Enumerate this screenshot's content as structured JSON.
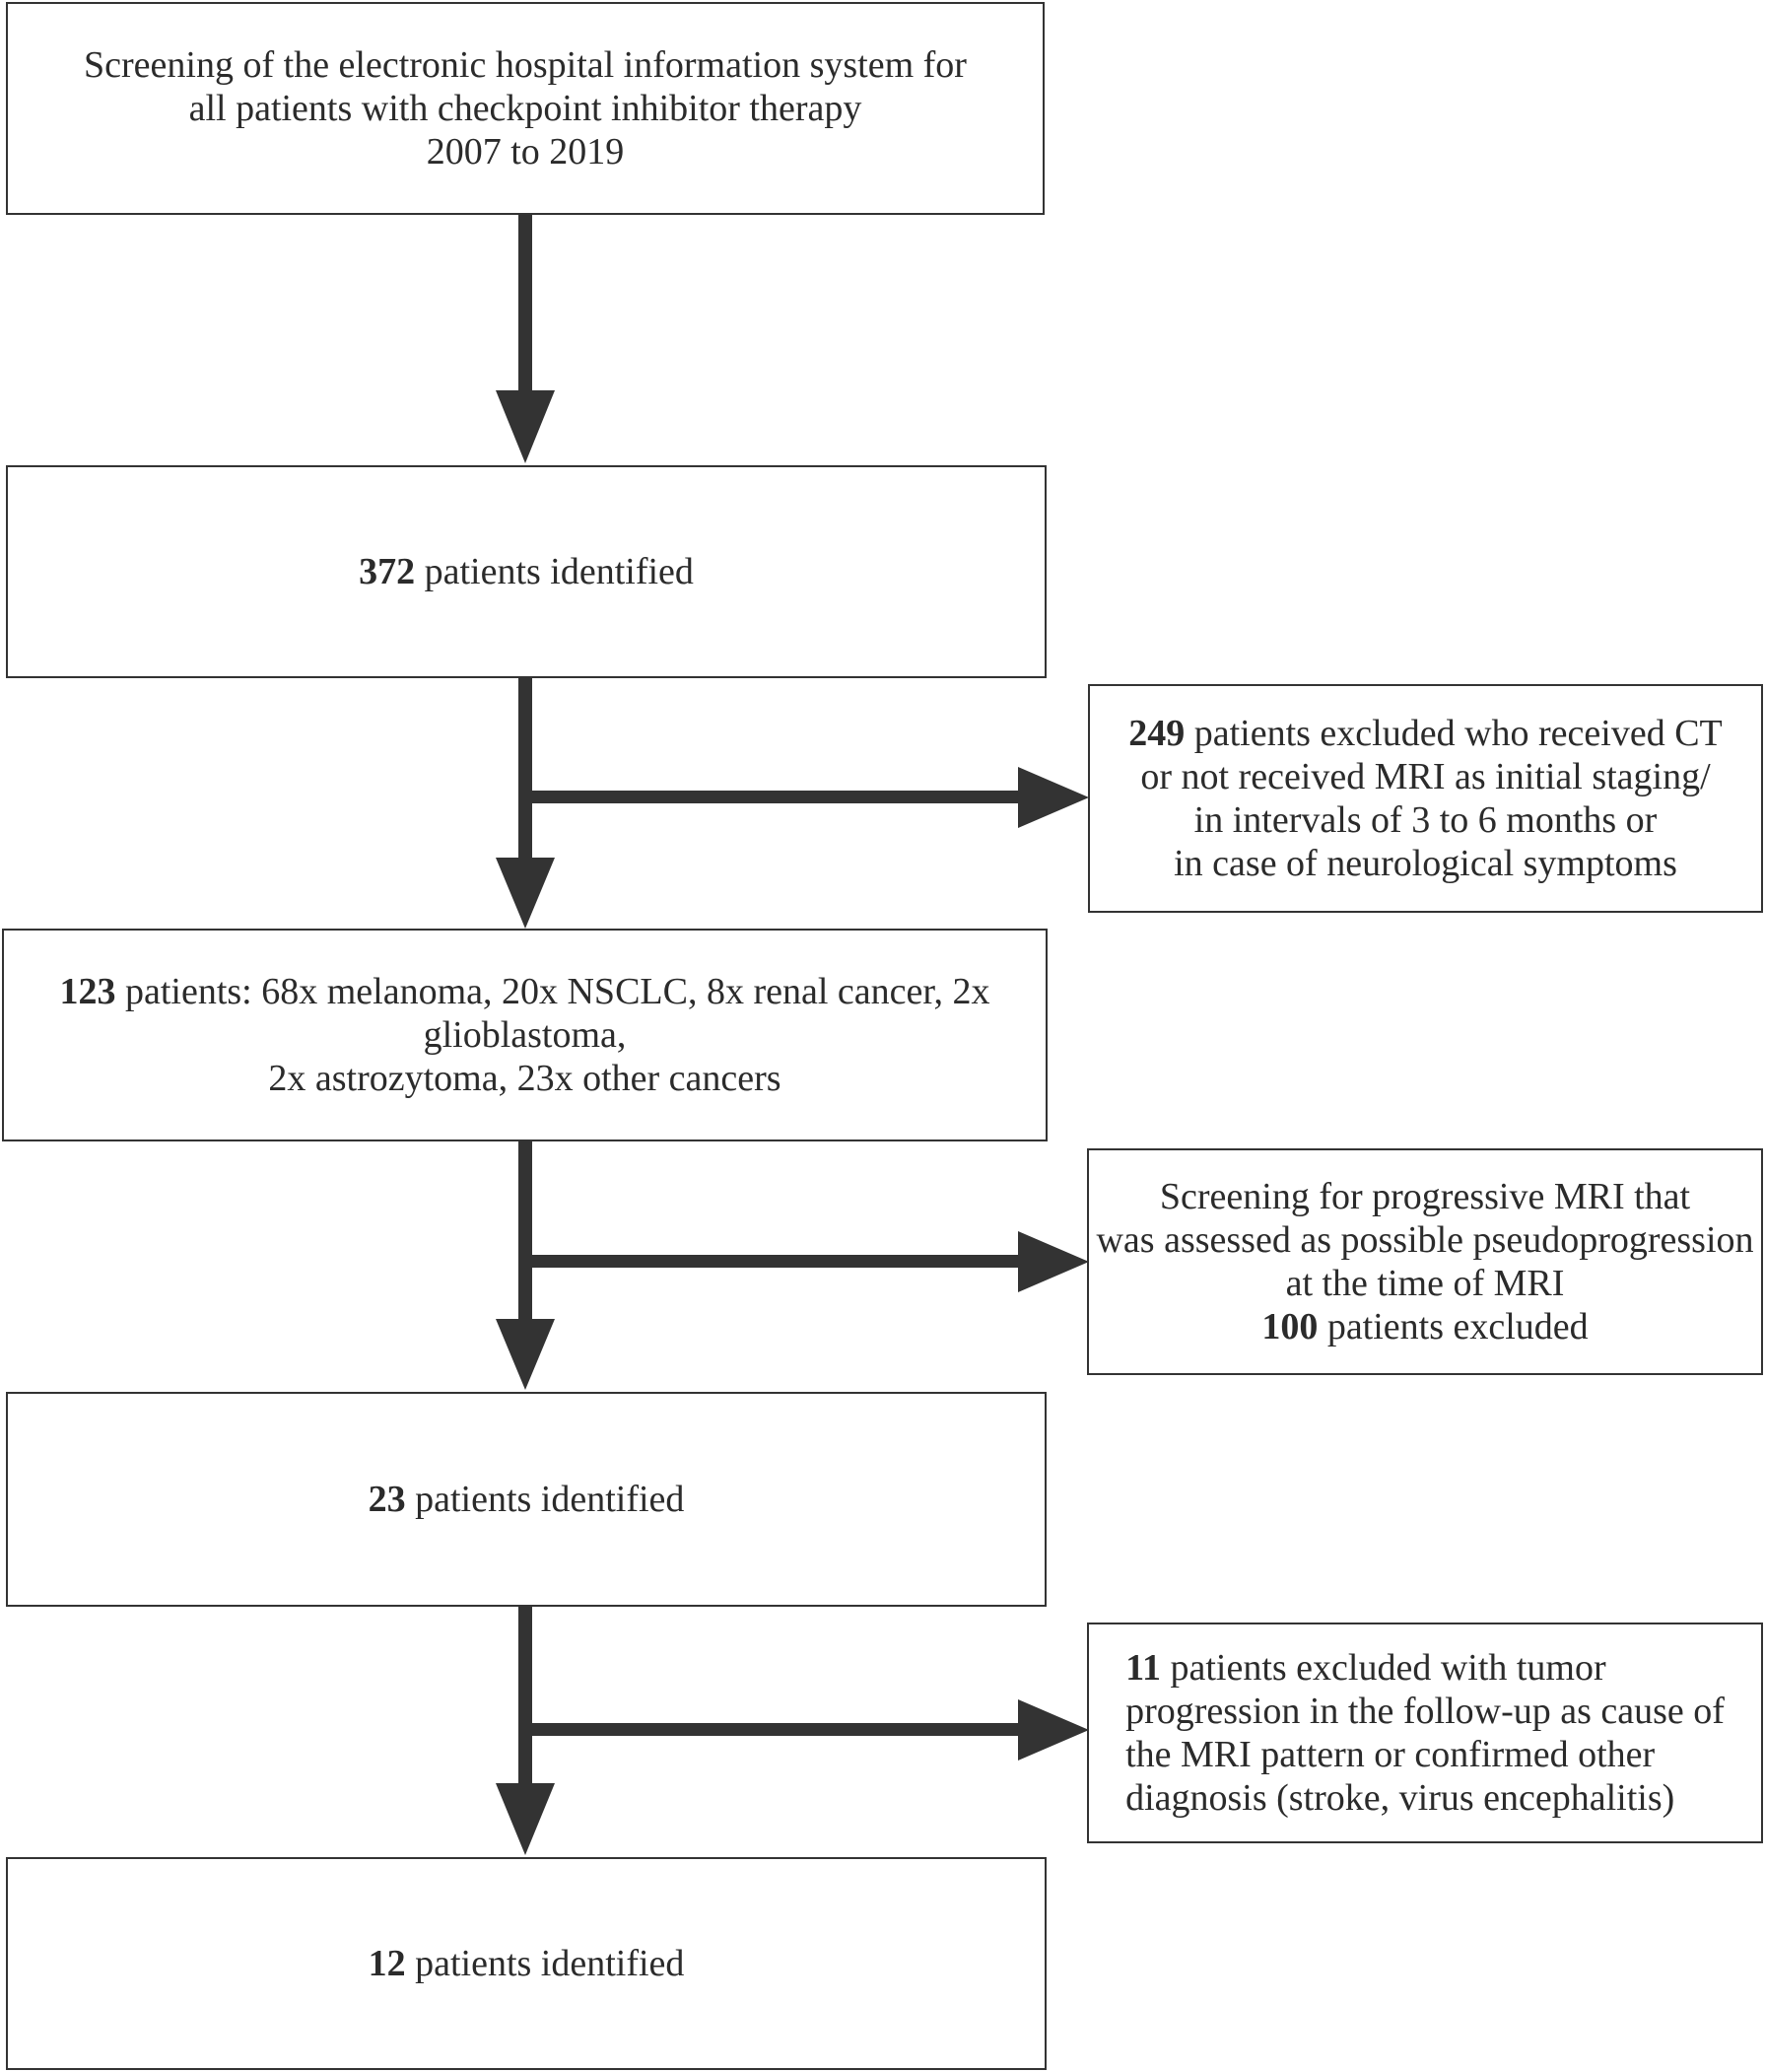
{
  "boxes": {
    "screening": {
      "line1": "Screening of the electronic hospital information system for",
      "line2": "all patients with checkpoint inhibitor therapy",
      "line3": "2007 to 2019"
    },
    "identified_372": {
      "num": "372",
      "text": " patients identified"
    },
    "excluded_249": {
      "num": "249",
      "line1_rest": " patients excluded who received CT",
      "line2": "or not received MRI as initial staging/",
      "line3": "in intervals of 3 to 6 months or",
      "line4": "in case of neurological symptoms"
    },
    "patients_123": {
      "num": "123",
      "line1_rest": " patients: 68x melanoma, 20x NSCLC, 8x renal cancer, 2x",
      "line2": "glioblastoma,",
      "line3": "2x astrozytoma, 23x other cancers"
    },
    "pseudoprogression": {
      "line1": "Screening for progressive MRI that",
      "line2": "was assessed as possible pseudoprogression",
      "line3": "at the time of MRI",
      "num": "100",
      "line4_rest": " patients excluded"
    },
    "identified_23": {
      "num": "23",
      "text": " patients identified"
    },
    "excluded_11": {
      "num": "11",
      "line1_rest": " patients excluded with tumor",
      "line2": "progression in the follow-up as cause of",
      "line3": "the MRI pattern or confirmed other",
      "line4": "diagnosis (stroke, virus encephalitis)"
    },
    "identified_12": {
      "num": "12",
      "text": " patients identified"
    }
  }
}
